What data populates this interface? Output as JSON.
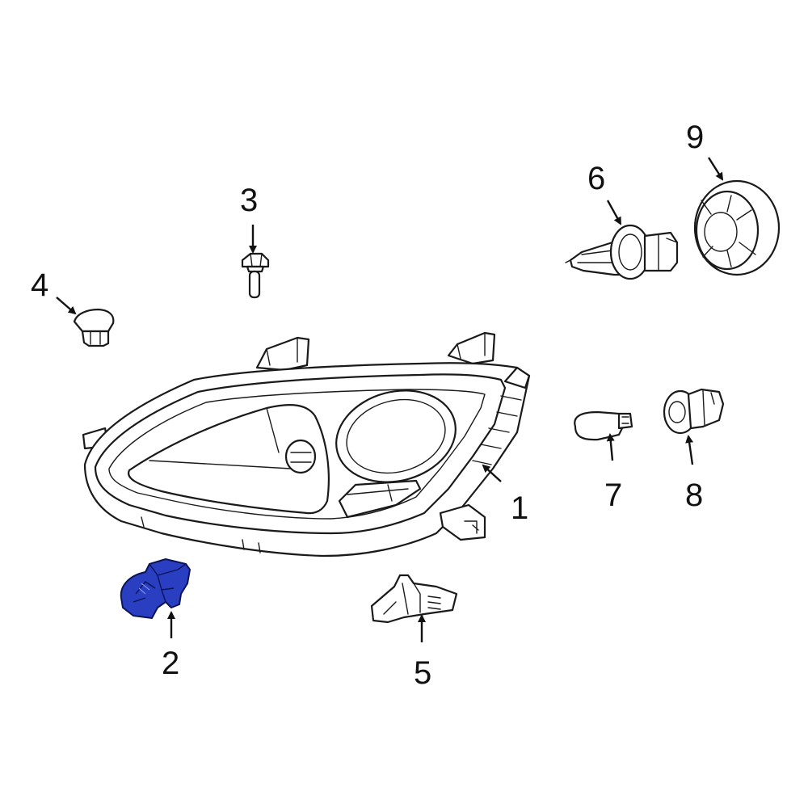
{
  "callouts": [
    {
      "id": "1",
      "label": "1",
      "part": "headlamp-assembly"
    },
    {
      "id": "2",
      "label": "2",
      "part": "bulb-socket"
    },
    {
      "id": "3",
      "label": "3",
      "part": "bolt"
    },
    {
      "id": "4",
      "label": "4",
      "part": "clip"
    },
    {
      "id": "5",
      "label": "5",
      "part": "bracket"
    },
    {
      "id": "6",
      "label": "6",
      "part": "headlamp-bulb"
    },
    {
      "id": "7",
      "label": "7",
      "part": "wedge-bulb"
    },
    {
      "id": "8",
      "label": "8",
      "part": "bulb-socket-small"
    },
    {
      "id": "9",
      "label": "9",
      "part": "bulb-cover"
    }
  ],
  "colors": {
    "highlight": "#2a3ec2",
    "line": "#1a1a1a",
    "background": "#ffffff"
  }
}
